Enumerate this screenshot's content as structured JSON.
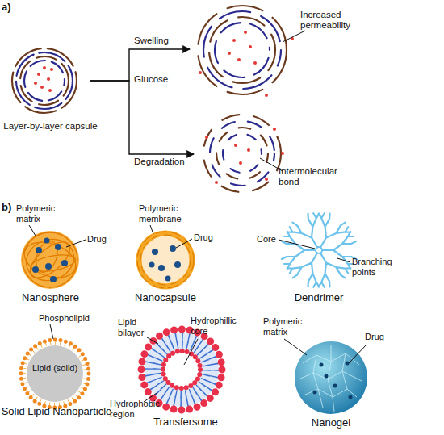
{
  "diagram": {
    "nodes": [
      {
        "text": [
          "Layer-by-layer capsule"
        ]
      },
      {
        "text": [
          "Increased permeability"
        ]
      },
      {
        "text": [
          "Intermolecular bond"
        ]
      },
      {
        "text": [
          "Polymeric matrix",
          "Drug",
          "Nanosphere"
        ]
      },
      {
        "text": [
          "Polymeric membrane",
          "Drug",
          "Nanocapsule"
        ]
      },
      {
        "text": [
          "Core",
          "Branching points",
          "Dendrimer"
        ]
      },
      {
        "text": [
          "Phospholipid",
          "Lipid (solid)",
          "Solid Lipid Nanoparticle"
        ]
      },
      {
        "text": [
          "Lipid bilayer",
          "Hydrophillic core",
          "Hydrophobic region",
          "Transfersome"
        ]
      },
      {
        "text": [
          "Polymeric matrix",
          "Drug",
          "Nanogel"
        ]
      }
    ],
    "edges": [
      {
        "from": 0,
        "to": 1,
        "label": "Swelling",
        "arrow": "to"
      },
      {
        "from": 0,
        "to": 2,
        "label": "Degradation",
        "arrow": "to"
      }
    ],
    "labels": [
      "a)",
      "b)",
      "Glucose"
    ]
  }
}
